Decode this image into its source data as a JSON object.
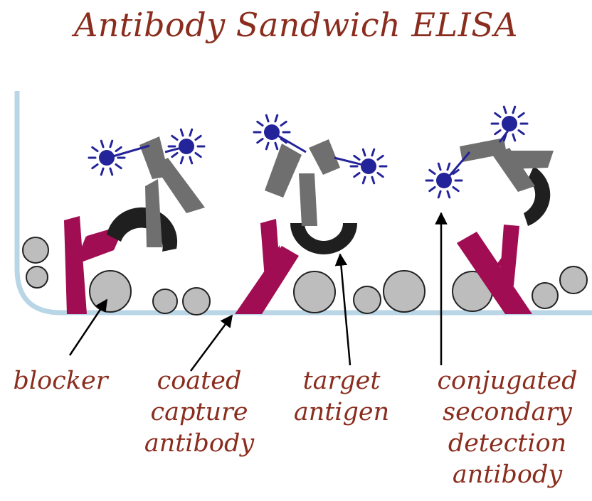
{
  "title": "Antibody Sandwich ELISA",
  "labels": {
    "blocker": [
      "blocker"
    ],
    "capture": [
      "coated",
      "capture",
      "antibody"
    ],
    "antigen": [
      "target",
      "antigen"
    ],
    "detection": [
      "conjugated",
      "secondary",
      "detection",
      "antibody"
    ]
  },
  "colors": {
    "text": "#8a2d1e",
    "well": "#b9d6e6",
    "capture_antibody": "#a10d52",
    "detection_antibody": "#6f6f6f",
    "antigen": "#1f1f1f",
    "blocker": "#bdbdbd",
    "conjugate_enzyme": "#23239a",
    "arrow": "#000000"
  }
}
